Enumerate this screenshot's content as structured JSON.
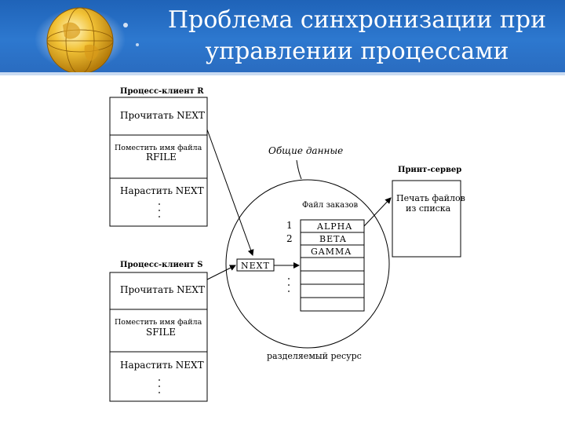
{
  "slide": {
    "title_line1": "Проблема синхронизации при",
    "title_line2": "управлении процессами"
  },
  "diagram": {
    "client_r": {
      "header": "Процесс-клиент R",
      "read": "Прочитать NEXT",
      "put_label": "Поместить имя файла",
      "put_value": "RFILE",
      "increment": "Нарастить NEXT"
    },
    "client_s": {
      "header": "Процесс-клиент S",
      "read": "Прочитать NEXT",
      "put_label": "Поместить имя файла",
      "put_value": "SFILE",
      "increment": "Нарастить NEXT"
    },
    "shared_data_label": "Общие данные",
    "print_server": {
      "header": "Принт-сервер",
      "line1": "Печать файлов",
      "line2": "из списка"
    },
    "orders_file": {
      "header": "Файл заказов",
      "index1": "1",
      "index2": "2",
      "rows": [
        "ALPHA",
        "BETA",
        "GAMMA"
      ]
    },
    "next_label": "NEXT",
    "resource_label": "разделяемый ресурс"
  }
}
